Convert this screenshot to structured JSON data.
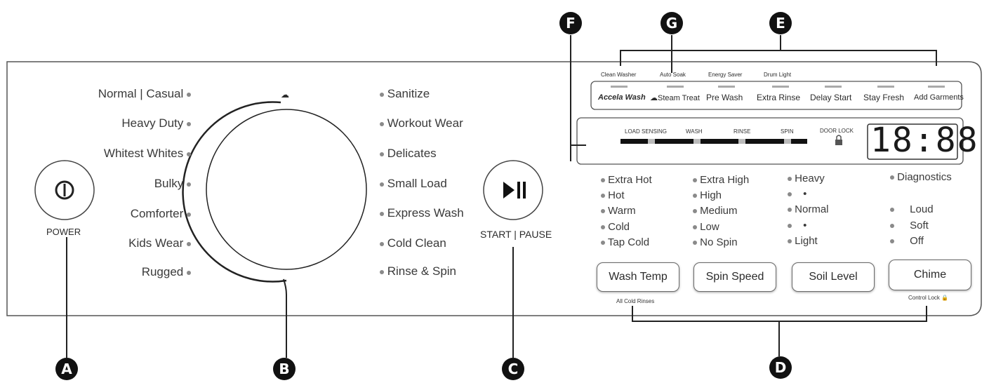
{
  "callouts": {
    "a": "A",
    "b": "B",
    "c": "C",
    "d": "D",
    "e": "E",
    "f": "F",
    "g": "G"
  },
  "power": {
    "label": "POWER",
    "icon": "power-icon"
  },
  "cycles_left": [
    "Normal | Casual",
    "Heavy Duty",
    "Whitest Whites",
    "Bulky",
    "Comforter",
    "Kids Wear",
    "Rugged"
  ],
  "cycles_right": [
    "Sanitize",
    "Workout Wear",
    "Delicates",
    "Small Load",
    "Express Wash",
    "Cold Clean",
    "Rinse & Spin"
  ],
  "dial_icon": "steam-icon",
  "start_pause": {
    "label": "START | PAUSE",
    "icon": "play-pause-icon"
  },
  "option_top_labels": [
    "Clean Washer",
    "Auto Soak",
    "Energy Saver",
    "Drum Light"
  ],
  "options": [
    "Accela Wash",
    "Steam Treat",
    "Pre Wash",
    "Extra Rinse",
    "Delay Start",
    "Stay Fresh",
    "Add Garments"
  ],
  "status": {
    "stages": [
      "LOAD SENSING",
      "WASH",
      "RINSE",
      "SPIN"
    ],
    "door_lock": "DOOR LOCK",
    "time": "18:88"
  },
  "wash_temp": {
    "label": "Wash Temp",
    "options": [
      "Extra Hot",
      "Hot",
      "Warm",
      "Cold",
      "Tap Cold"
    ],
    "sub": "All Cold Rinses"
  },
  "spin_speed": {
    "label": "Spin Speed",
    "options": [
      "Extra High",
      "High",
      "Medium",
      "Low",
      "No Spin"
    ]
  },
  "soil_level": {
    "label": "Soil Level",
    "options": [
      "Heavy",
      "•",
      "Normal",
      "•",
      "Light"
    ]
  },
  "chime": {
    "label": "Chime",
    "top": "Diagnostics",
    "options": [
      "Loud",
      "Soft",
      "Off"
    ],
    "sub": "Control Lock"
  },
  "colors": {
    "outline": "#555555",
    "callout": "#111111",
    "indicator": "#8a8a8a",
    "display": "#1a1a1a"
  }
}
